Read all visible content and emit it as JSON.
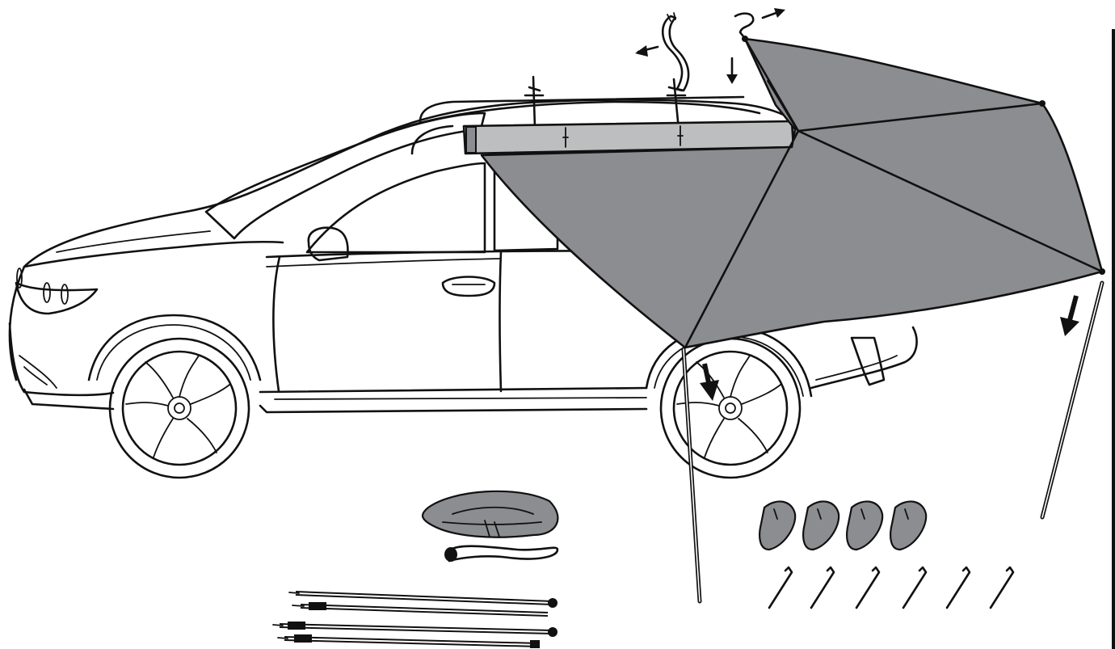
{
  "figure": {
    "kind": "awning-installation-illustration",
    "subject": "car-with-side-awning",
    "colors": {
      "ink": "#111111",
      "canvas_fill": "#8c8d90",
      "rail_fill": "#bdbebf",
      "background": "#ffffff"
    },
    "parts": {
      "car": "car-outline",
      "awning": "awning-canvas",
      "rail": "awning-rail",
      "brackets": [
        "roof-bracket-front",
        "roof-bracket-rear"
      ],
      "strap": "release-strap",
      "poles": [
        "support-pole-front",
        "support-pole-rear"
      ],
      "arrows": [
        "arrow-strap-left",
        "arrow-strap-right",
        "arrow-down-bracket",
        "arrow-down-rear-pole",
        "arrow-down-front-pole"
      ],
      "kit": {
        "rope_bundle": "guy-rope-bundle",
        "sandbags": [
          "sand-bag-1",
          "sand-bag-2",
          "sand-bag-3",
          "sand-bag-4"
        ],
        "pegs": [
          "tent-peg-1",
          "tent-peg-2",
          "tent-peg-3",
          "tent-peg-4",
          "tent-peg-5",
          "tent-peg-6"
        ],
        "loose_poles": [
          "pole-1",
          "pole-2",
          "pole-3",
          "pole-4"
        ]
      }
    }
  }
}
